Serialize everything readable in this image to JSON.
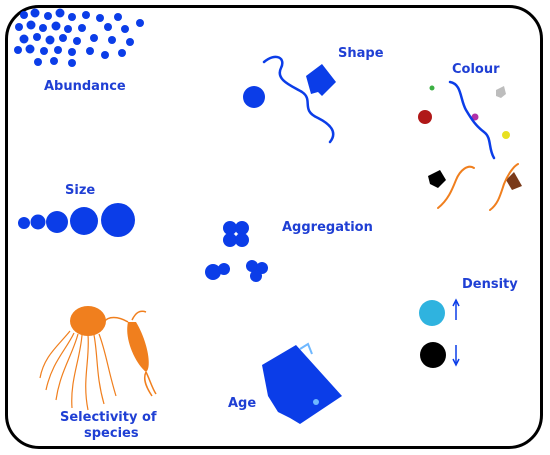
{
  "labels": {
    "abundance": "Abundance",
    "shape": "Shape",
    "colour": "Colour",
    "size": "Size",
    "aggregation": "Aggregation",
    "density": "Density",
    "selectivity_line1": "Selectivity of",
    "selectivity_line2": "species",
    "age": "Age"
  },
  "colors": {
    "blue": "#0b3de8",
    "label": "#1f3fd4",
    "cyan": "#2fb3df",
    "orange": "#f07f1e",
    "red": "#b01818",
    "magenta": "#b030a8",
    "yellow": "#e8e020",
    "green": "#3cb043",
    "grey": "#bdbdbd",
    "brown": "#7a3a1a",
    "black": "#000000"
  }
}
